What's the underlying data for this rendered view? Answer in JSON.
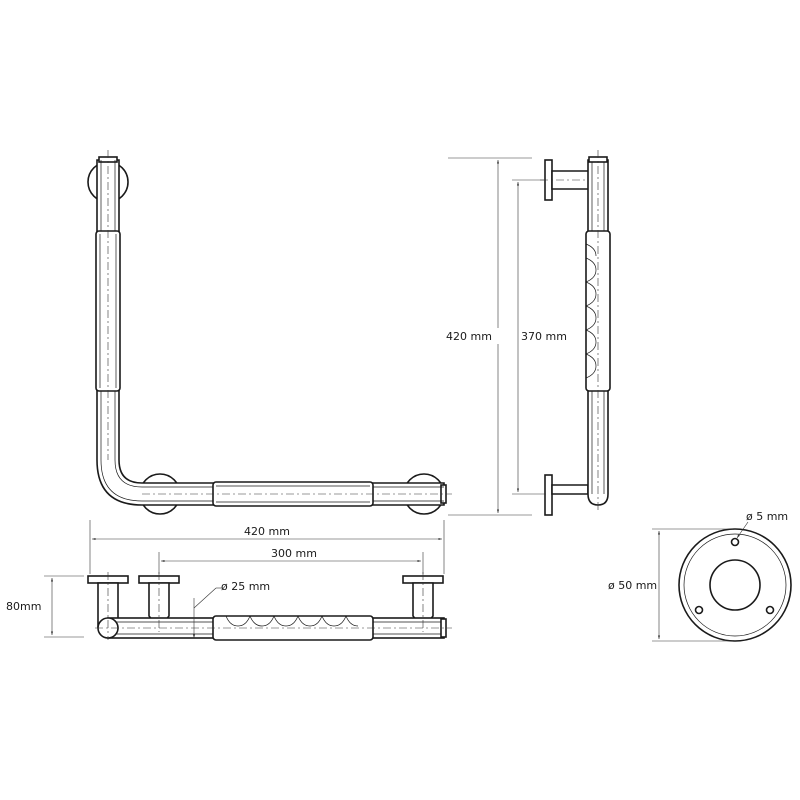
{
  "drawing": {
    "views": [
      "front-view",
      "side-view",
      "top-view",
      "rosette-view"
    ],
    "dimensions": {
      "height_overall": "420 mm",
      "height_center": "370 mm",
      "width_overall": "420 mm",
      "width_center": "300 mm",
      "projection": "80mm",
      "tube_diameter": "ø 25 mm",
      "screw_hole_diameter": "ø 5 mm",
      "rosette_diameter": "ø 50 mm"
    }
  }
}
